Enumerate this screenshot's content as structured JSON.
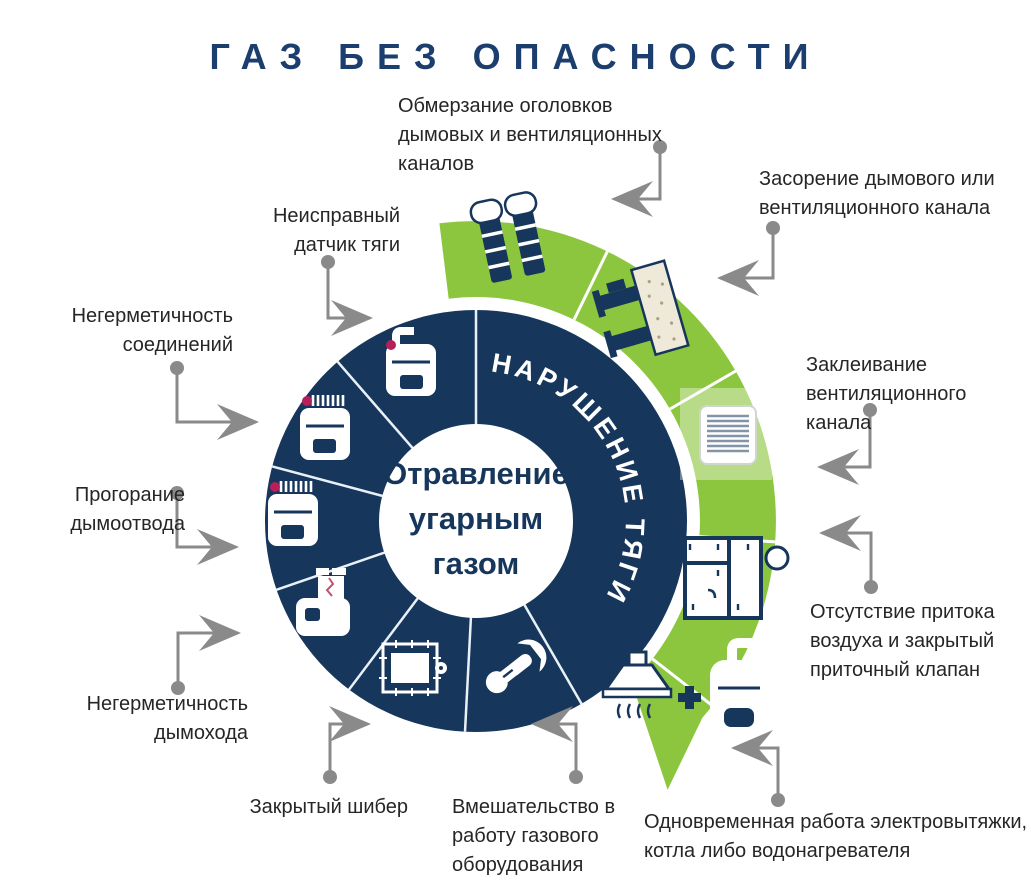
{
  "title": "ГАЗ БЕЗ ОПАСНОСТИ",
  "center": {
    "text": "Отравление угарным газом"
  },
  "band": {
    "text": "НАРУШЕНИЕ ТЯГИ"
  },
  "colors": {
    "navy": "#17365c",
    "green": "#8cc63e",
    "tape_green_light": "#cde6a8",
    "title": "#1c3e6e",
    "connector_gray": "#8a8a8a",
    "leak_red": "#b81f5a",
    "label_text": "#262626",
    "duct_fill": "#efe9da"
  },
  "causes_green": [
    {
      "label": "Обмерзание оголовков дымовых и вентиляционных каналов",
      "icon": "frozen-chimney-heads-icon"
    },
    {
      "label": "Засорение дымового или вентиляционного канала",
      "icon": "clogged-duct-icon"
    },
    {
      "label": "Заклеивание вентиляционного канала",
      "icon": "taped-vent-grille-icon"
    },
    {
      "label": "Отсутствие притока воздуха и закрытый приточный клапан",
      "icon": "closed-window-valve-icon"
    },
    {
      "label": "Одновременная работа электровытяжки, котла либо водонагревателя",
      "icon": "hood-plus-boiler-icon"
    }
  ],
  "causes_blue": [
    {
      "label": "Неисправный датчик тяги",
      "icon": "water-heater-sensor-icon"
    },
    {
      "label": "Негерметичность соединений",
      "icon": "water-heater-hose-leak-icon"
    },
    {
      "label": "Прогорание дымоотвода",
      "icon": "water-heater-flue-leak-icon"
    },
    {
      "label": "Негерметичность дымохода",
      "icon": "boiler-cracked-chimney-icon"
    },
    {
      "label": "Закрытый шибер",
      "icon": "closed-damper-icon"
    },
    {
      "label": "Вмешательство в работу газового оборудования",
      "icon": "hand-wrench-icon"
    }
  ]
}
